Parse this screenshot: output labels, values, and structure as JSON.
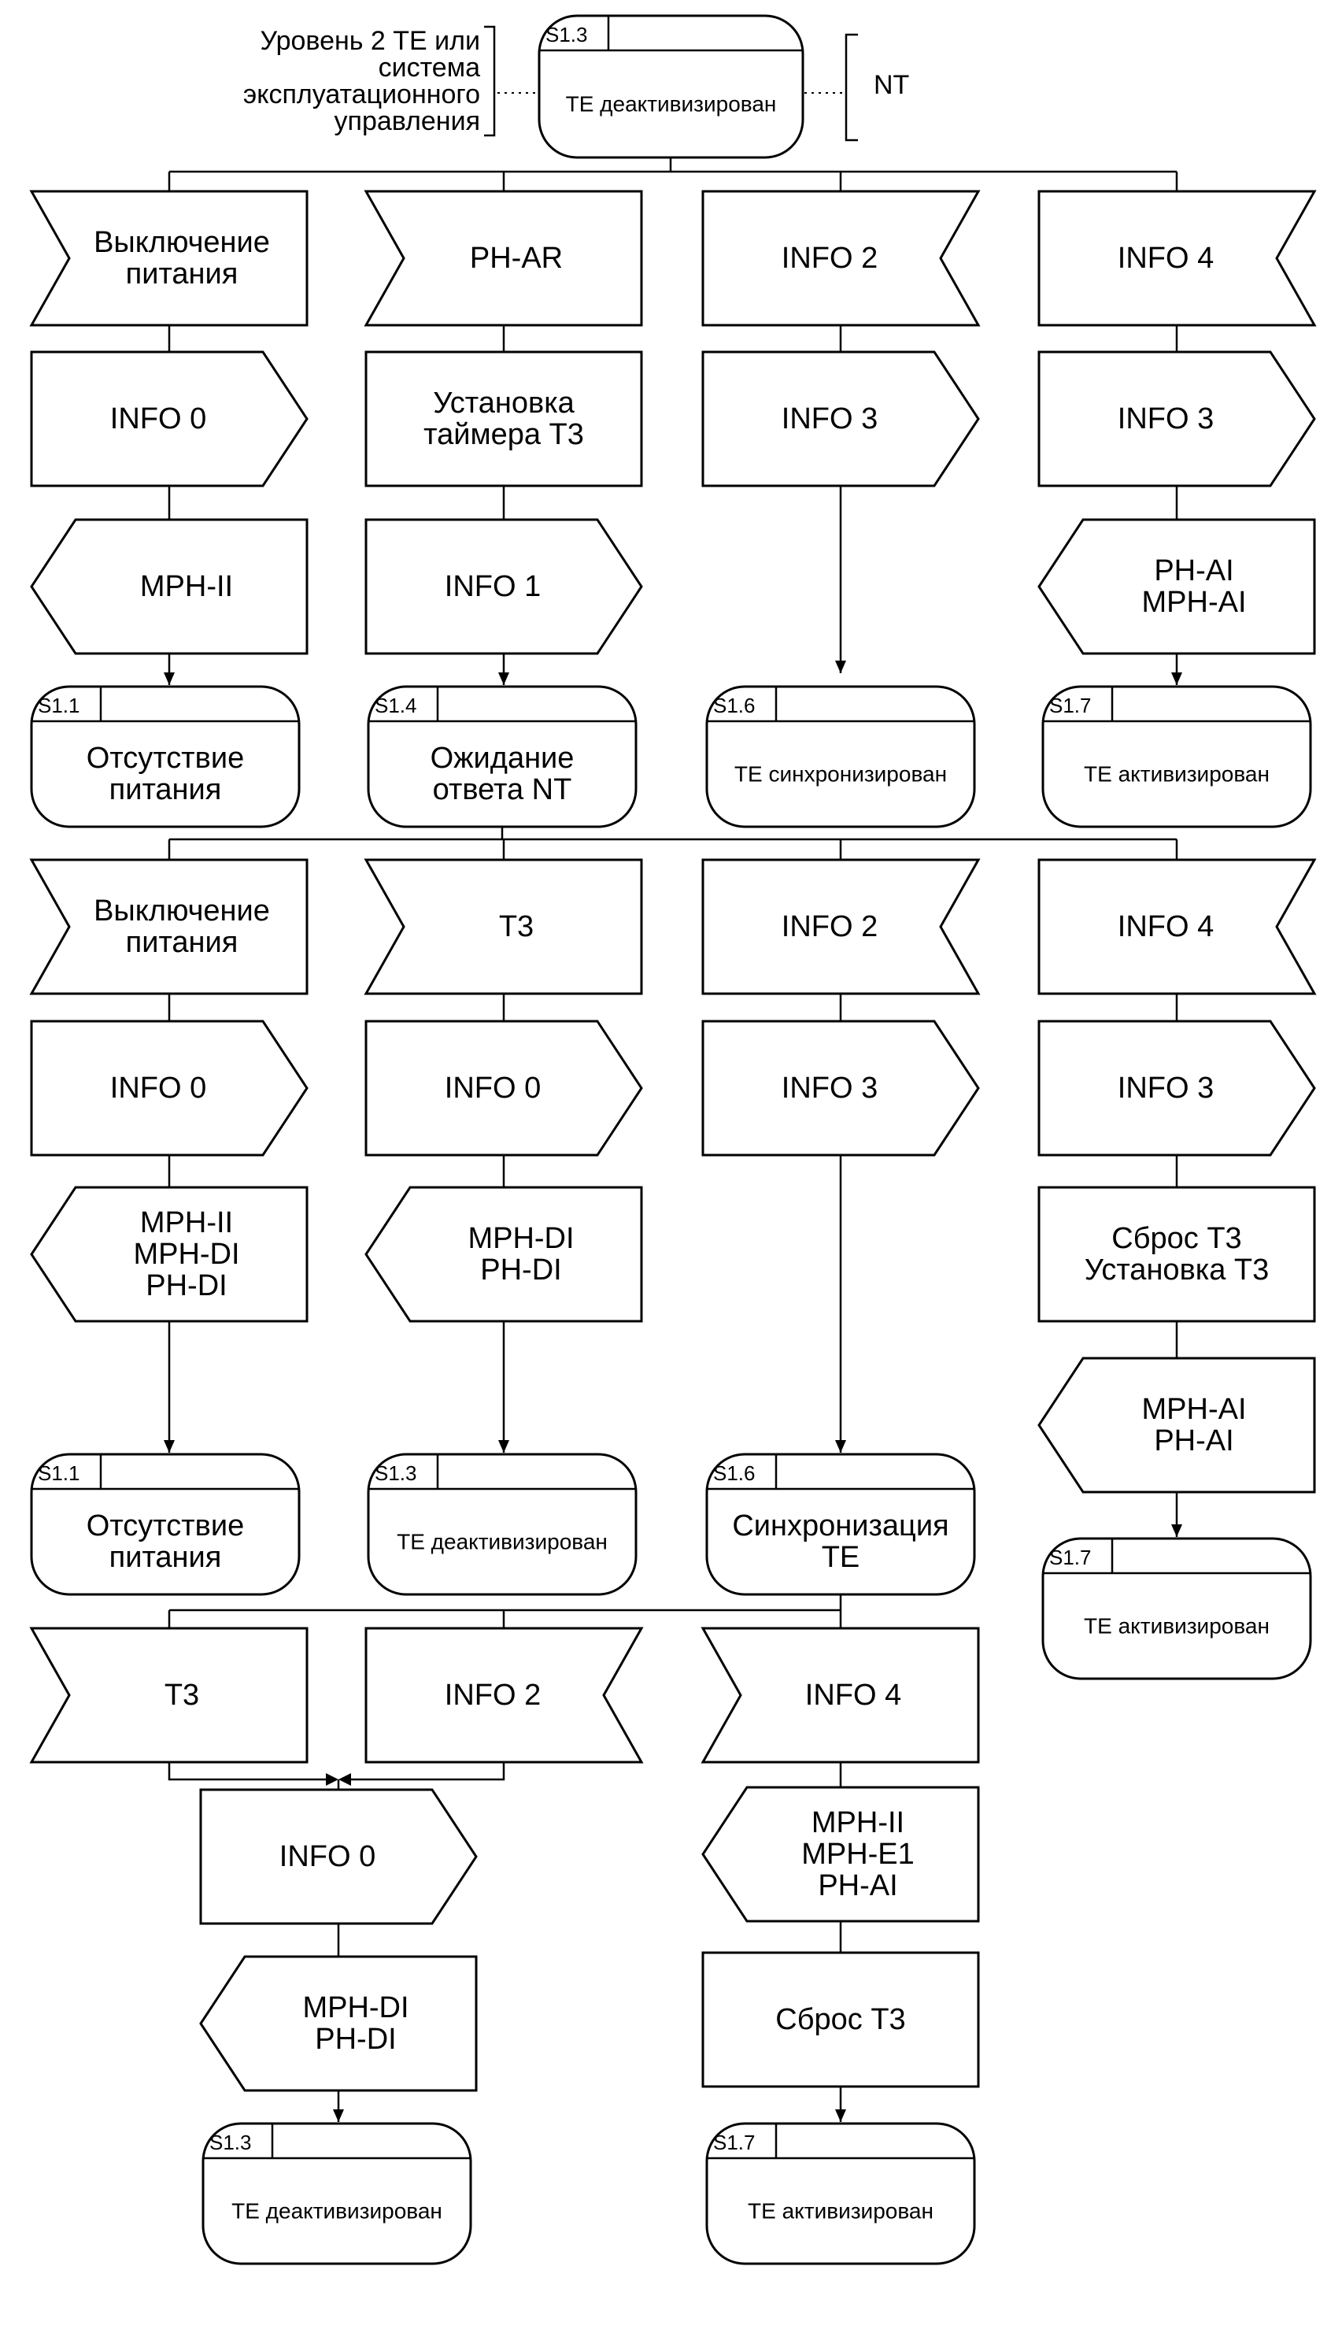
{
  "context": {
    "left_label": [
      "Уровень 2 TE или",
      "система",
      "эксплуатационного",
      "управления"
    ],
    "right_label": "NT"
  },
  "states": {
    "s0": {
      "ref": "S1.3",
      "lines": [
        "TE деактивизирован"
      ],
      "small": true
    },
    "s1": {
      "ref": "S1.1",
      "lines": [
        "Отсутствие",
        "питания"
      ]
    },
    "s2": {
      "ref": "S1.4",
      "lines": [
        "Ожидание",
        "ответа NT"
      ]
    },
    "s3": {
      "ref": "S1.6",
      "lines": [
        "TE синхронизирован"
      ],
      "small": true
    },
    "s4": {
      "ref": "S1.7",
      "lines": [
        "TE активизирован"
      ],
      "small": true
    },
    "s5": {
      "ref": "S1.1",
      "lines": [
        "Отсутствие",
        "питания"
      ]
    },
    "s6": {
      "ref": "S1.3",
      "lines": [
        "TE деактивизирован"
      ],
      "small": true
    },
    "s7": {
      "ref": "S1.6",
      "lines": [
        "Синхронизация",
        "TE"
      ]
    },
    "s8": {
      "ref": "S1.7",
      "lines": [
        "TE активизирован"
      ],
      "small": true
    },
    "s9": {
      "ref": "S1.3",
      "lines": [
        "TE деактивизирован"
      ],
      "small": true
    },
    "s10": {
      "ref": "S1.7",
      "lines": [
        "TE активизирован"
      ],
      "small": true
    }
  },
  "boxes": {
    "i1": [
      "Выключение",
      "питания"
    ],
    "i2": [
      "PH-AR"
    ],
    "i3": [
      "INFO 2"
    ],
    "i4": [
      "INFO 4"
    ],
    "o1": [
      "INFO 0"
    ],
    "t1": [
      "Установка",
      "таймера T3"
    ],
    "o2": [
      "INFO 3"
    ],
    "o3": [
      "INFO 3"
    ],
    "u1": [
      "MPH-II"
    ],
    "o4": [
      "INFO 1"
    ],
    "u2": [
      "PH-AI",
      "MPH-AI"
    ],
    "i5": [
      "Выключение",
      "питания"
    ],
    "i6": [
      "T3"
    ],
    "i7": [
      "INFO 2"
    ],
    "i8": [
      "INFO 4"
    ],
    "o5": [
      "INFO 0"
    ],
    "o6": [
      "INFO 0"
    ],
    "o7": [
      "INFO 3"
    ],
    "o8": [
      "INFO 3"
    ],
    "u3": [
      "MPH-II",
      "MPH-DI",
      "PH-DI"
    ],
    "u4": [
      "MPH-DI",
      "PH-DI"
    ],
    "t2": [
      "Сброс T3",
      "Установка T3"
    ],
    "u5": [
      "MPH-AI",
      "PH-AI"
    ],
    "i9": [
      "T3"
    ],
    "i10": [
      "INFO 2"
    ],
    "i11": [
      "INFO 4"
    ],
    "o9": [
      "INFO 0"
    ],
    "u6": [
      "MPH-II",
      "MPH-E1",
      "PH-AI"
    ],
    "u7": [
      "MPH-DI",
      "PH-DI"
    ],
    "t3": [
      "Сброс T3"
    ]
  }
}
